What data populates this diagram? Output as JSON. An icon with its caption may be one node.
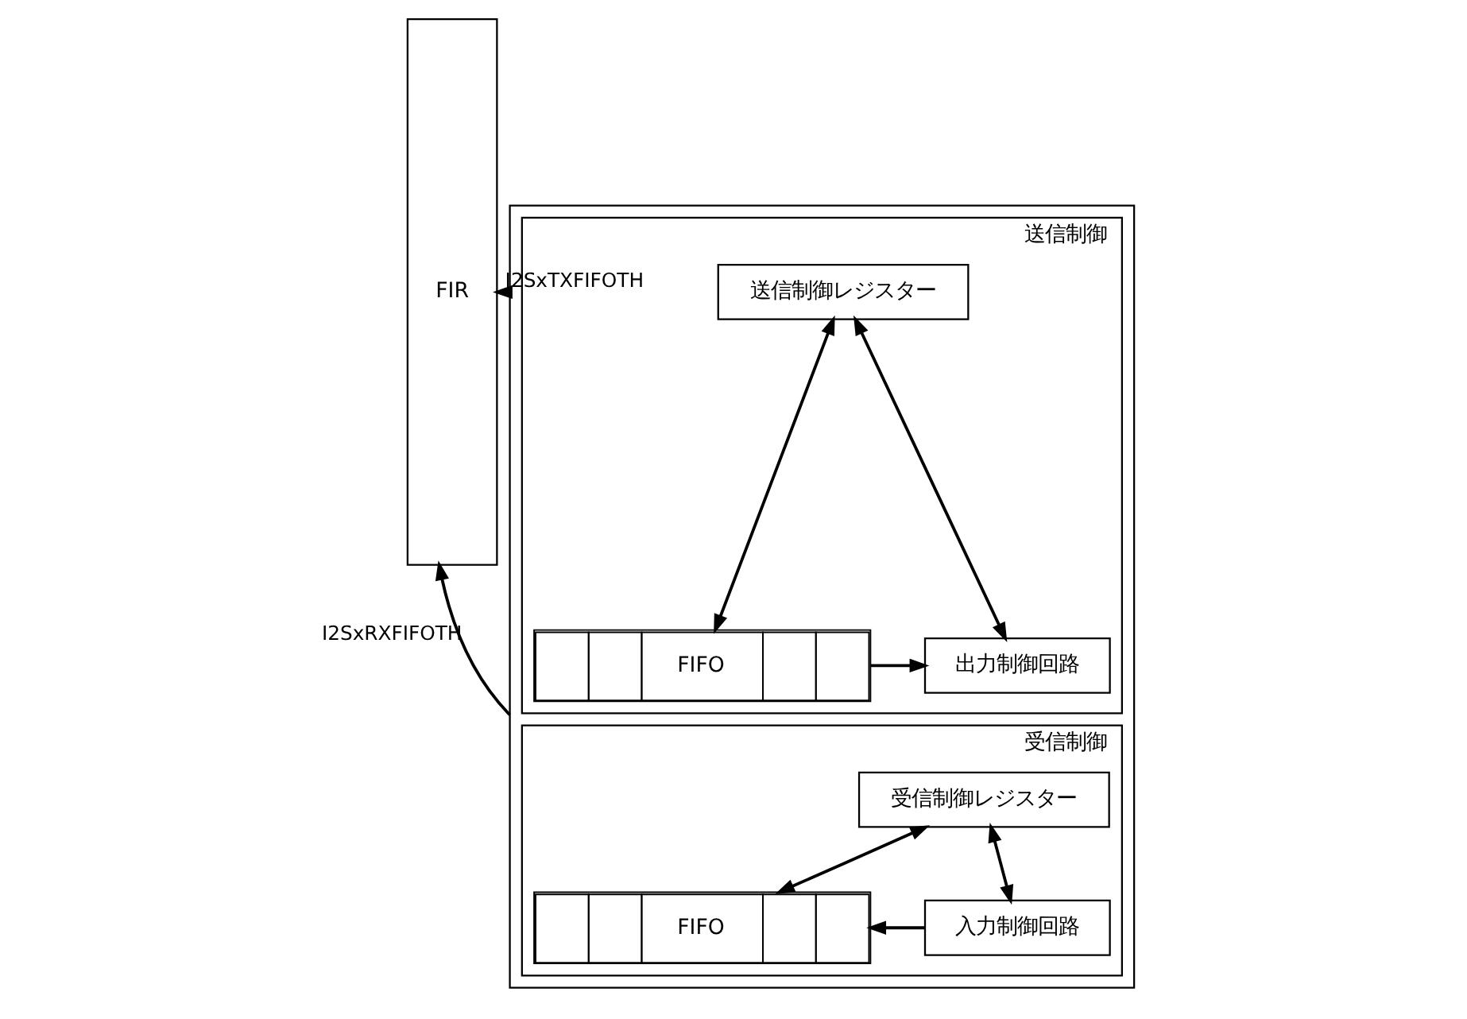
{
  "diagram": {
    "nodes": [
      {
        "text": [
          "FIR"
        ]
      },
      {
        "text": [],
        "shape": "box"
      },
      {
        "text": [
          "送信制御"
        ],
        "in": 1
      },
      {
        "text": [
          "送信制御レジスター"
        ],
        "in": 2
      },
      {
        "text": [
          "FIFO"
        ],
        "in": 2
      },
      {
        "text": [
          "出力制御回路"
        ],
        "in": 2
      },
      {
        "text": [
          "受信制御"
        ],
        "in": 1
      },
      {
        "text": [
          "受信制御レジスター"
        ],
        "in": 6
      },
      {
        "text": [
          "FIFO"
        ],
        "in": 6
      },
      {
        "text": [
          "入力制御回路"
        ],
        "in": 6
      }
    ],
    "edges": [
      {
        "from": 1,
        "to": 0,
        "arrow": "to",
        "label": "I2SxTXFIFOTH"
      },
      {
        "from": 1,
        "to": 0,
        "arrow": "to",
        "label": "I2SxRXFIFOTH"
      },
      {
        "from": 4,
        "to": 3,
        "arrow": "both"
      },
      {
        "from": 5,
        "to": 3,
        "arrow": "both"
      },
      {
        "from": 4,
        "to": 5,
        "arrow": "to"
      },
      {
        "from": 8,
        "to": 7,
        "arrow": "both"
      },
      {
        "from": 9,
        "to": 7,
        "arrow": "both"
      },
      {
        "from": 9,
        "to": 8,
        "arrow": "to"
      }
    ]
  }
}
